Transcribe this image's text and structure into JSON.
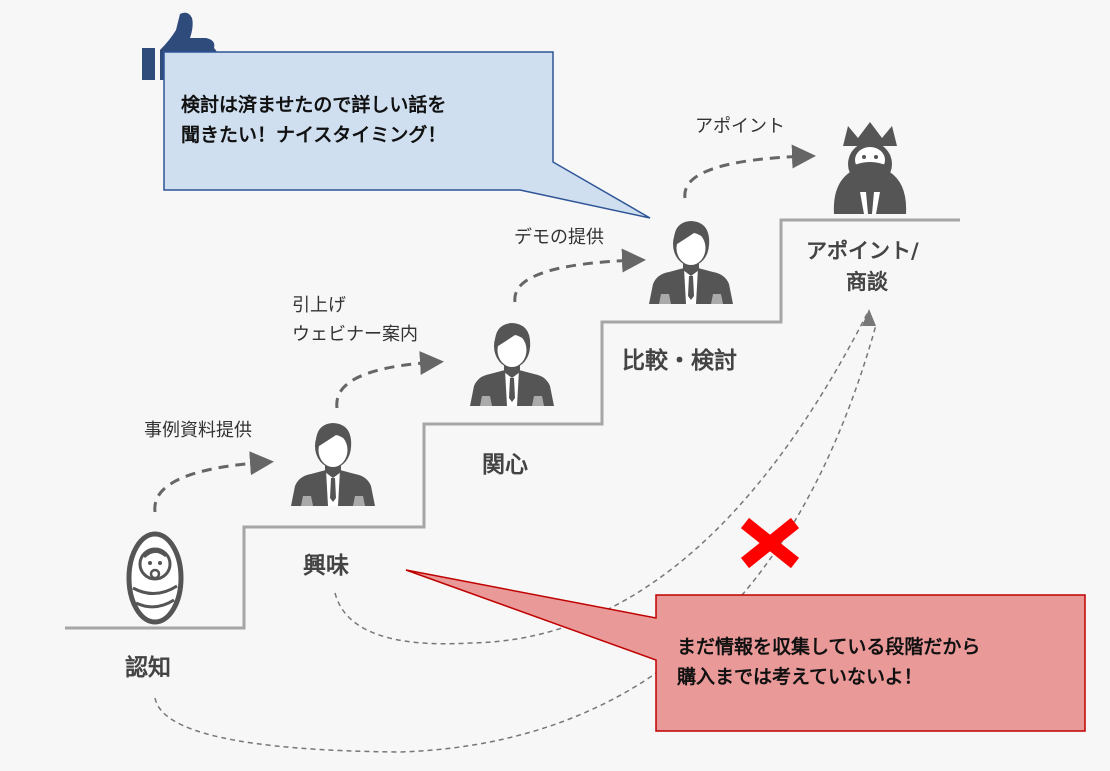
{
  "stages": {
    "awareness": "認知",
    "interest": "興味",
    "attention": "関心",
    "comparison": "比較・検討",
    "appointment_line1": "アポイント/",
    "appointment_line2": "商談"
  },
  "actions": {
    "case_study": "事例資料提供",
    "webinar_line1": "引上げ",
    "webinar_line2": "ウェビナー案内",
    "demo": "デモの提供",
    "appointment": "アポイント"
  },
  "callouts": {
    "good_line1": "検討は済ませたので詳しい話を",
    "good_line2": "聞きたい！ナイスタイミング！",
    "bad_line1": "まだ情報を収集している段階だから",
    "bad_line2": "購入までは考えていないよ！"
  },
  "colors": {
    "background": "#f7f7f7",
    "stair_line": "#a6a6a6",
    "icon": "#555555",
    "good_bubble_fill": "#cfdff0",
    "good_bubble_border": "#2f5597",
    "thumb_icon": "#2f4b7c",
    "bad_bubble_fill": "#ea9999",
    "bad_bubble_border": "#c00000",
    "cross_mark": "#ff0000"
  }
}
